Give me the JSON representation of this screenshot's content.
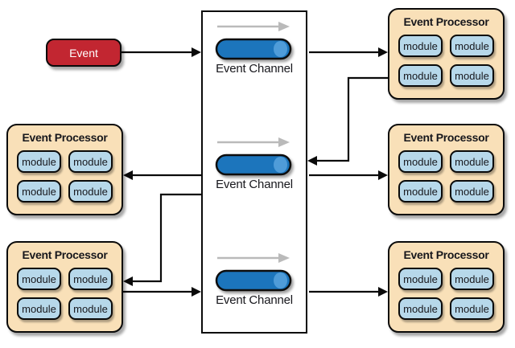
{
  "diagram": {
    "type": "event-driven-architecture-broker-topology",
    "event": {
      "label": "Event"
    },
    "channels": [
      {
        "label": "Event Channel"
      },
      {
        "label": "Event Channel"
      },
      {
        "label": "Event Channel"
      }
    ],
    "processors": [
      {
        "position": "top-right",
        "title": "Event Processor",
        "modules": [
          "module",
          "module",
          "module",
          "module"
        ]
      },
      {
        "position": "middle-left",
        "title": "Event Processor",
        "modules": [
          "module",
          "module",
          "module",
          "module"
        ]
      },
      {
        "position": "middle-right",
        "title": "Event Processor",
        "modules": [
          "module",
          "module",
          "module",
          "module"
        ]
      },
      {
        "position": "bottom-left",
        "title": "Event Processor",
        "modules": [
          "module",
          "module",
          "module",
          "module"
        ]
      },
      {
        "position": "bottom-right",
        "title": "Event Processor",
        "modules": [
          "module",
          "module",
          "module",
          "module"
        ]
      }
    ],
    "connections": [
      {
        "from": "event",
        "to": "event-channel-1"
      },
      {
        "from": "event-channel-1",
        "to": "processor-top-right"
      },
      {
        "from": "processor-top-right",
        "to": "event-channel-2"
      },
      {
        "from": "event-channel-2",
        "to": "processor-middle-left"
      },
      {
        "from": "event-channel-2",
        "to": "processor-middle-right"
      },
      {
        "from": "event-channel-2",
        "to": "processor-bottom-left"
      },
      {
        "from": "processor-bottom-left",
        "to": "event-channel-3"
      },
      {
        "from": "event-channel-3",
        "to": "processor-bottom-right"
      }
    ],
    "colors": {
      "event_fill": "#c22631",
      "event_text": "#ffffff",
      "processor_fill": "#f9e0b8",
      "module_fill": "#b7d8ea",
      "cylinder_body": "#1b75bc",
      "cylinder_body_dark": "#135d9c",
      "cylinder_cap": "#4f9cd9",
      "flow_arrow_gray": "#bababa",
      "outline": "#0a0a0a",
      "background": "#ffffff"
    }
  }
}
